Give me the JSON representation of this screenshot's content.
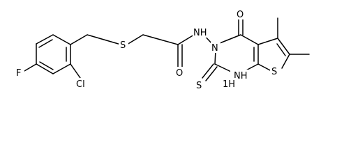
{
  "diagram": {
    "type": "chemical-structure",
    "atom_labels": {
      "F": "F",
      "Cl": "Cl",
      "S_thioether": "S",
      "O_amide": "O",
      "NH_amide": "NH",
      "N3": "N",
      "O_ring": "O",
      "S_thioxo": "S",
      "NH_ring": "NH",
      "H_ring": "1H",
      "S_thiophene": "S"
    },
    "colors": {
      "bond": "#000000",
      "label": "#000000",
      "background": "#ffffff"
    }
  }
}
